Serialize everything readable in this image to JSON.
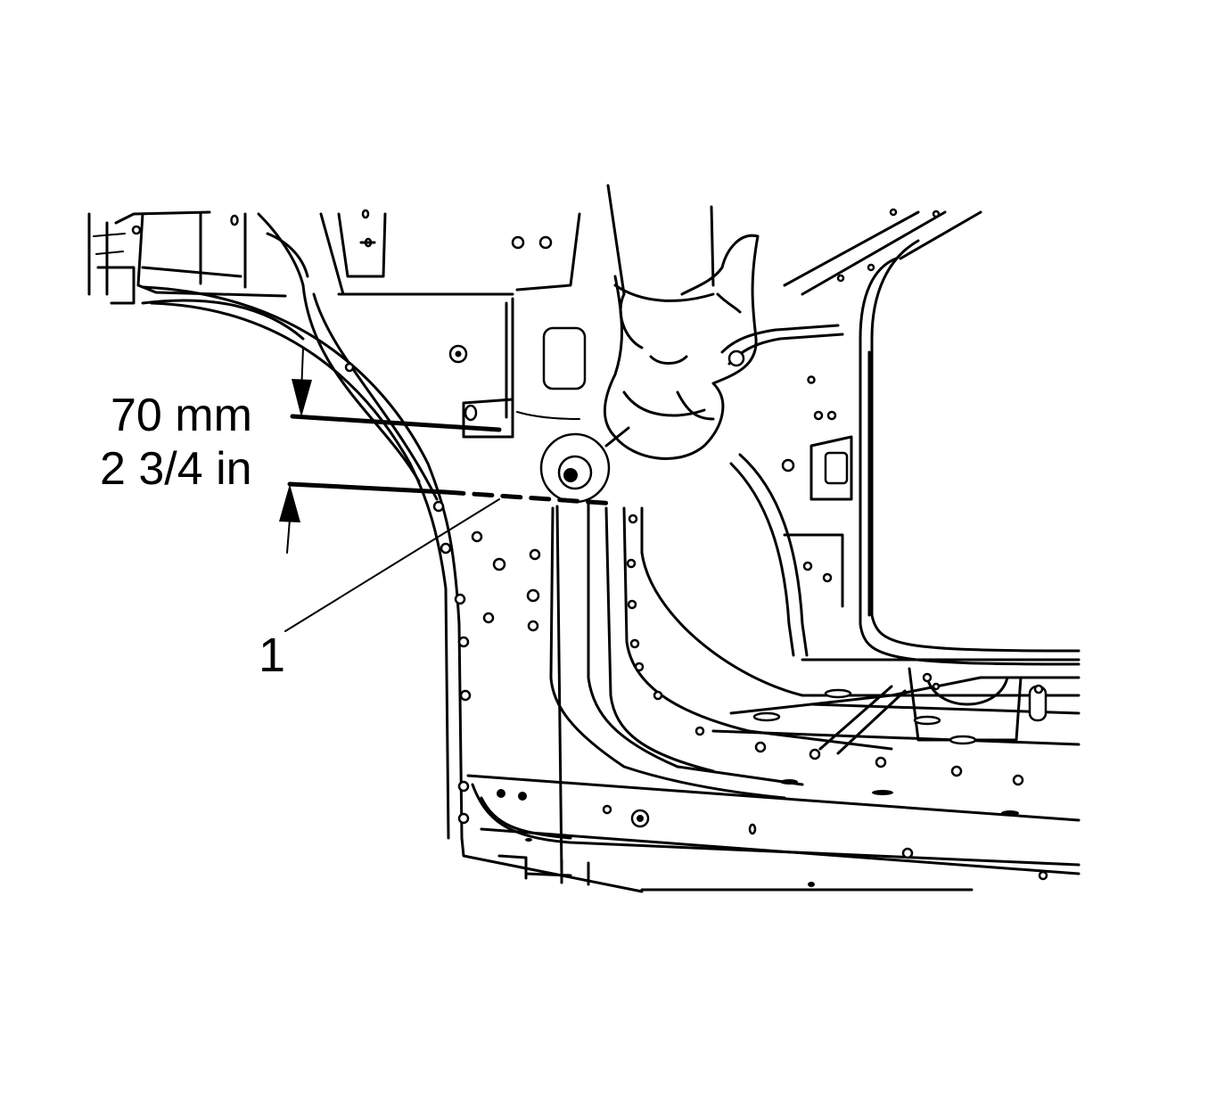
{
  "figure": {
    "measurement_metric": "70 mm",
    "measurement_imperial": "2 3/4 in",
    "callout_number": "1"
  },
  "colors": {
    "line": "#000000",
    "background": "#ffffff"
  }
}
